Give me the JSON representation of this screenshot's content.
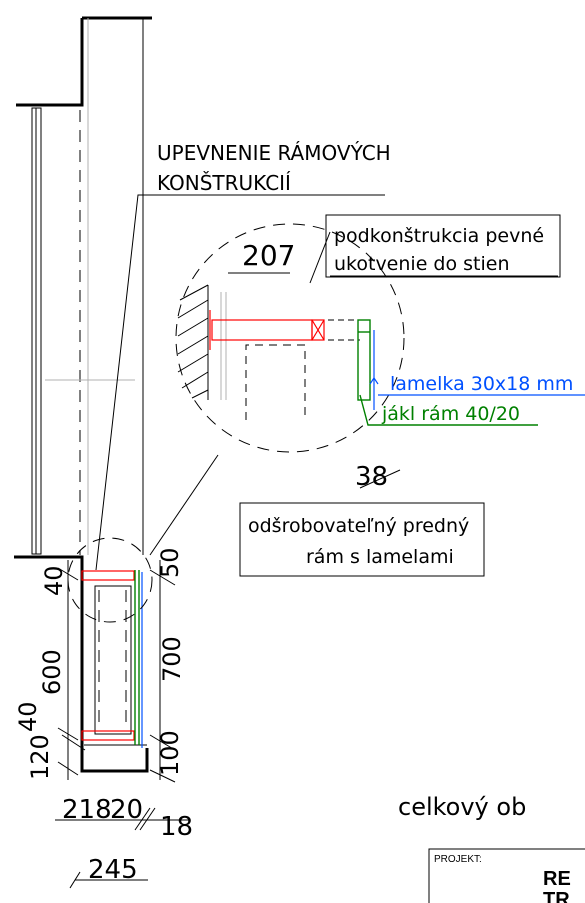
{
  "labels": {
    "frame_fixing_line1": "UPEVNENIE RÁMOVÝCH",
    "frame_fixing_line2": "KONŠTRUKCIÍ",
    "detail_no": "207",
    "subframe_line1": "podkonštrukcia pevné",
    "subframe_line2": "ukotvenie do stien",
    "slat": "lamelka 30x18 mm",
    "jakl": "jákl rám 40/20",
    "front_frame_no": "38",
    "front_frame_line1": "odšrobovateľný predný",
    "front_frame_line2": "rám s lamelami",
    "overall": "celkový ob",
    "title_block_project": "PROJEKT:",
    "title_block_re": "RE",
    "title_block_tr": "TR"
  },
  "dimensions": {
    "left_40_top": "40",
    "left_600": "600",
    "left_40_bottom": "40",
    "left_120": "120",
    "right_50": "50",
    "right_700": "700",
    "right_100": "100",
    "bottom_218": "218",
    "bottom_20": "20",
    "bottom_18": "18",
    "bottom_245": "245"
  },
  "colors": {
    "outline": "#000000",
    "steel_red": "#ff0000",
    "jakl_green": "#008000",
    "slat_blue": "#0050ff",
    "hidden_gray": "#b0b0b0"
  }
}
